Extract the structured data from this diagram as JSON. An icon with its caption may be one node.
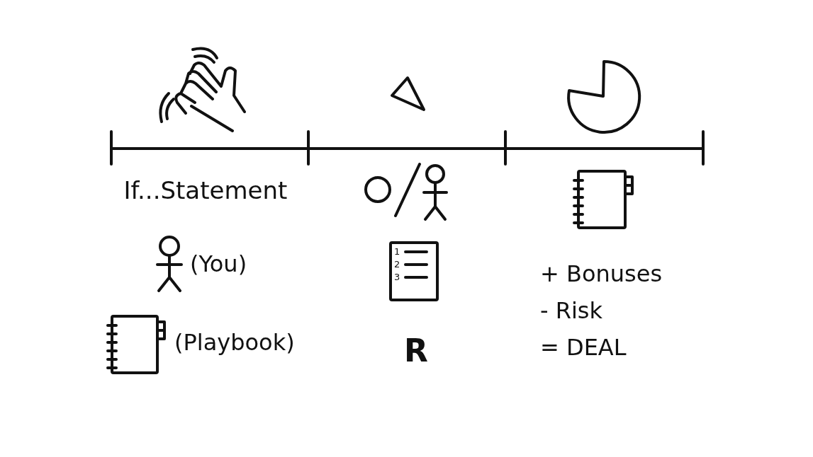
{
  "diagram": {
    "labels": [
      "If...Statement",
      "(You)",
      "(Playbook)",
      "1",
      "2",
      "3",
      "R",
      "+ Bonuses",
      "- Risk",
      "= DEAL"
    ]
  }
}
